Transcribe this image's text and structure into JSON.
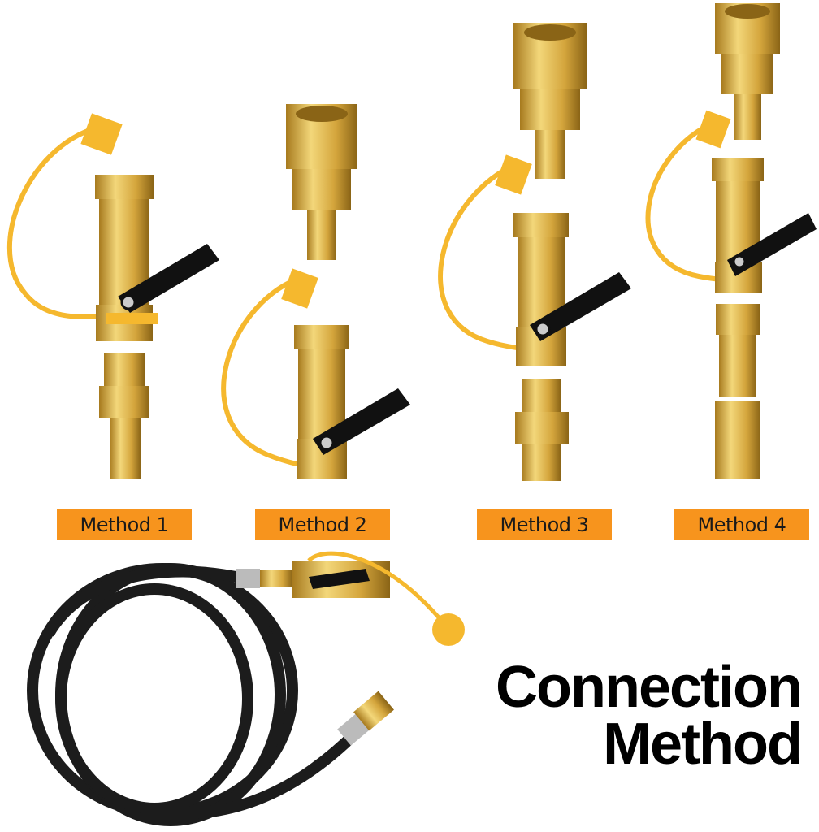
{
  "methods": [
    {
      "label": "Method 1"
    },
    {
      "label": "Method 2"
    },
    {
      "label": "Method 3"
    },
    {
      "label": "Method 4"
    }
  ],
  "headline": {
    "line1": "Connection",
    "line2": "Method"
  },
  "colors": {
    "label_bg": "#f7941d",
    "brass": "#d9b04a",
    "cap": "#f5b82e",
    "hose": "#1c1c1c"
  }
}
